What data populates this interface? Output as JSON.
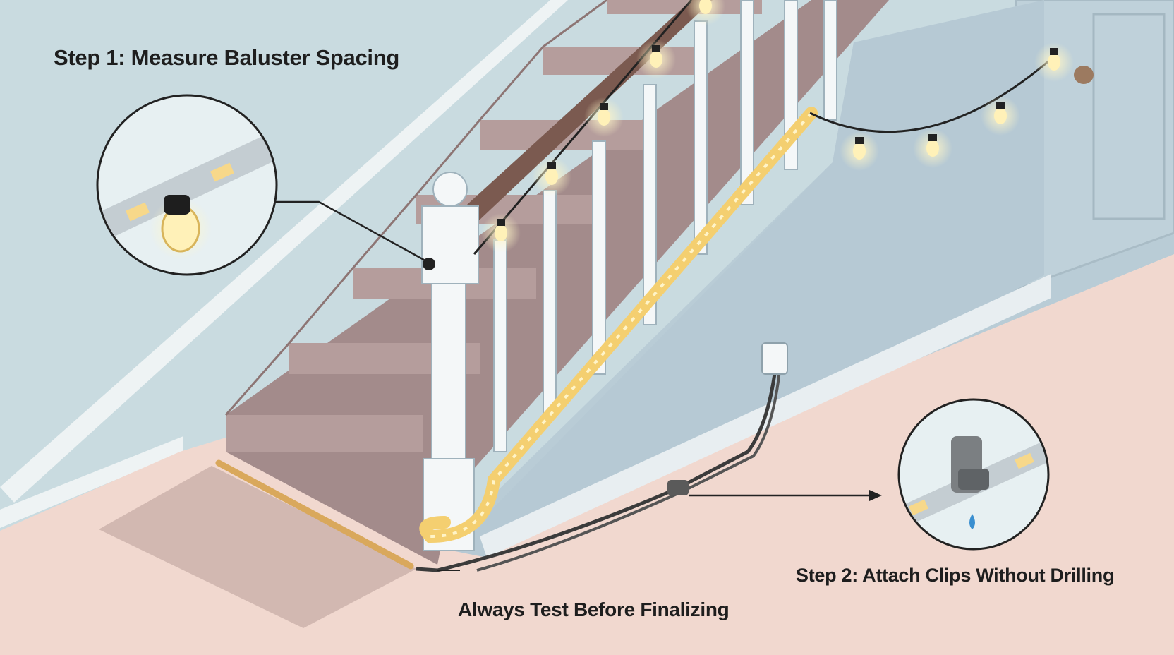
{
  "labels": {
    "step1": "Step 1: Measure Baluster Spacing",
    "step2": "Step 2: Attach Clips Without Drilling",
    "test": "Always Test Before Finalizing"
  },
  "colors": {
    "wall": "#c9dbe0",
    "stair_carpet": "#a38b8b",
    "floor": "#f1d8cf",
    "trim": "#f4f7f8",
    "led_strip": "#f4cf70",
    "bulb_glow": "#fff1b8",
    "handrail": "#7b5a50",
    "cable": "#3b3b3b"
  }
}
